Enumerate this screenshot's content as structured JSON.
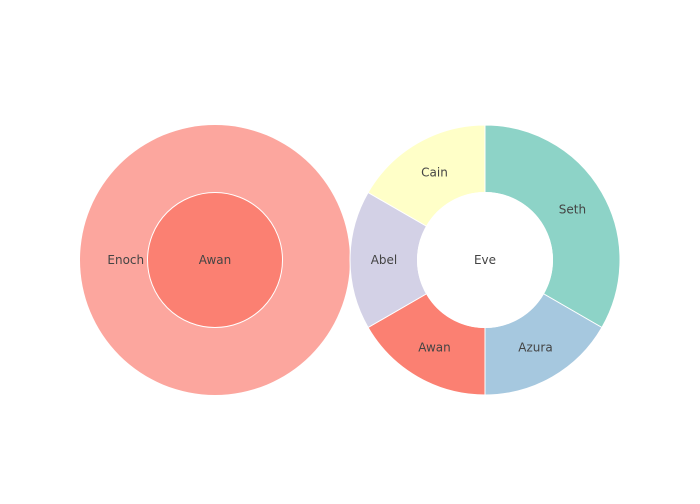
{
  "chart_data": [
    {
      "type": "sunburst",
      "root": {
        "label": "Awan",
        "color": "#fb8072",
        "children": [
          {
            "label": "Enoch",
            "value": 1,
            "color": "#fca69e"
          }
        ]
      }
    },
    {
      "type": "sunburst",
      "root": {
        "label": "Eve",
        "color": "#ffffff",
        "children": [
          {
            "label": "Seth",
            "value": 2,
            "color": "#8dd3c7"
          },
          {
            "label": "Azura",
            "value": 1,
            "color": "#a6c8df"
          },
          {
            "label": "Awan",
            "value": 1,
            "color": "#fb8072"
          },
          {
            "label": "Abel",
            "value": 1,
            "color": "#d3d1e6"
          },
          {
            "label": "Cain",
            "value": 1,
            "color": "#ffffc8"
          }
        ]
      }
    }
  ]
}
